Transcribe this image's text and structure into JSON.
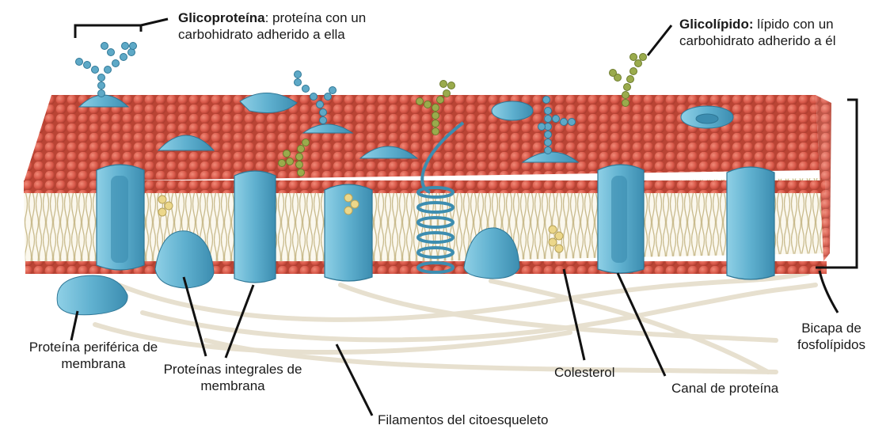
{
  "labels": {
    "glicoproteina": {
      "term": "Glicoproteína",
      "desc_line1": ": proteína con un",
      "line2": "carbohidrato adherido a ella"
    },
    "glicolipido": {
      "term": "Glicolípido:",
      "desc_line1": " lípido con un",
      "line2": "carbohidrato adherido a él"
    },
    "bicapa": {
      "line1": "Bicapa de",
      "line2": "fosfolípidos"
    },
    "proteina_periferica": {
      "line1": "Proteína periférica de",
      "line2": "membrana"
    },
    "proteinas_integrales": {
      "line1": "Proteínas integrales de",
      "line2": "membrana"
    },
    "colesterol": "Colesterol",
    "canal": "Canal de proteína",
    "filamentos": "Filamentos del citoesqueleto"
  },
  "colors": {
    "phospholipid_head": "#d9594a",
    "phospholipid_head_dark": "#b4402f",
    "protein": "#5fb0cf",
    "protein_dark": "#3c8db0",
    "glycoprotein_chain": "#5ea9c7",
    "glycolipid_chain": "#9aab4c",
    "cholesterol": "#ecd78a",
    "filament": "#e7e0cf",
    "leader_line": "#111111"
  }
}
